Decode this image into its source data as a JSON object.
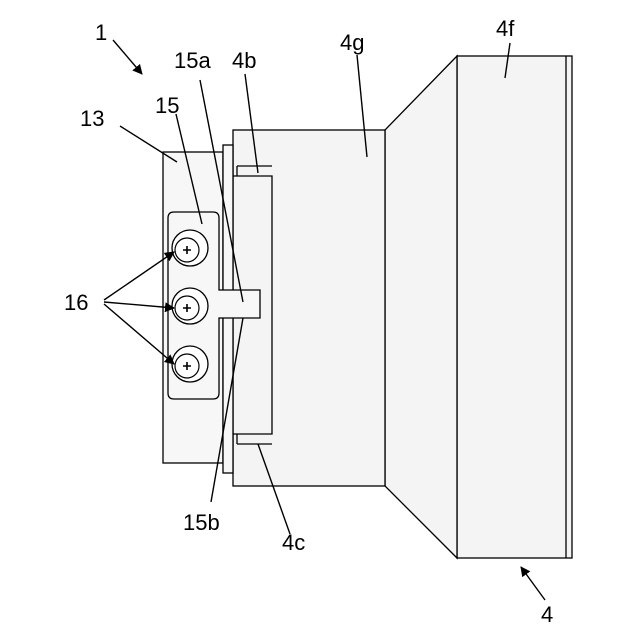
{
  "figure": {
    "labels": {
      "assembly": "1",
      "body": "13",
      "bracket": "15",
      "bracket_edge_a": "15a",
      "bracket_edge_b": "15b",
      "screws": "16",
      "step_b": "4b",
      "step_c": "4c",
      "housing_body": "4g",
      "housing_front": "4f",
      "housing": "4"
    },
    "screw_count": 3
  }
}
